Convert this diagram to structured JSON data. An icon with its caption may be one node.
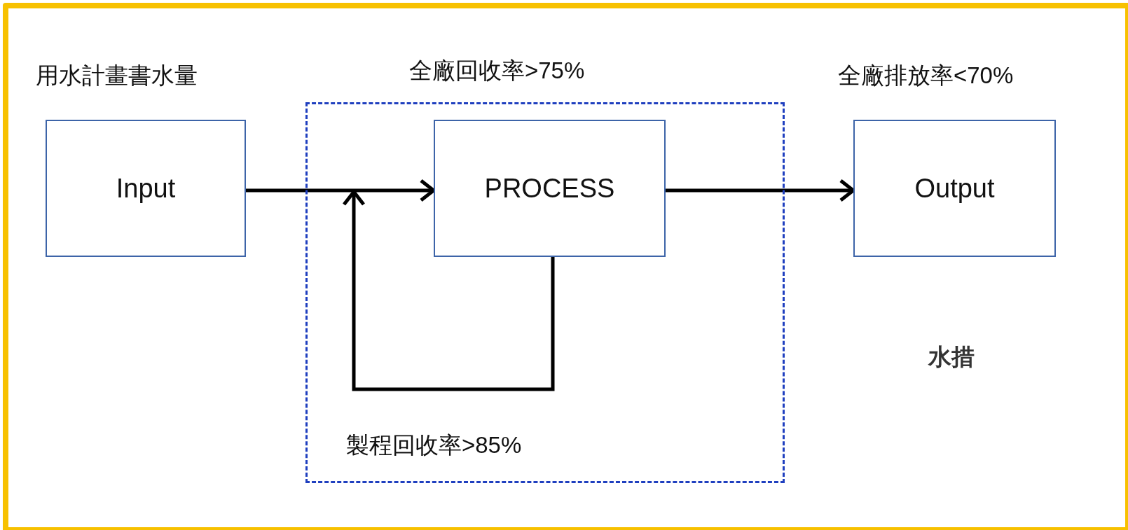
{
  "diagram": {
    "nodes": [
      {
        "text": [
          "用水計畫書水量",
          "Input"
        ]
      },
      {
        "text": [
          "全廠回收率>75%",
          "製程回收率>85%"
        ]
      },
      {
        "text": [
          "PROCESS"
        ],
        "in": 1
      },
      {
        "text": [
          "全廠排放率<70%",
          "Output"
        ]
      }
    ],
    "edges": [
      {
        "from": 0,
        "to": 2,
        "arrow": "to"
      },
      {
        "from": 2,
        "to": 3,
        "arrow": "to"
      },
      {
        "from": 2,
        "to": null,
        "arrow": "to"
      }
    ],
    "labels": [
      "水措"
    ]
  }
}
